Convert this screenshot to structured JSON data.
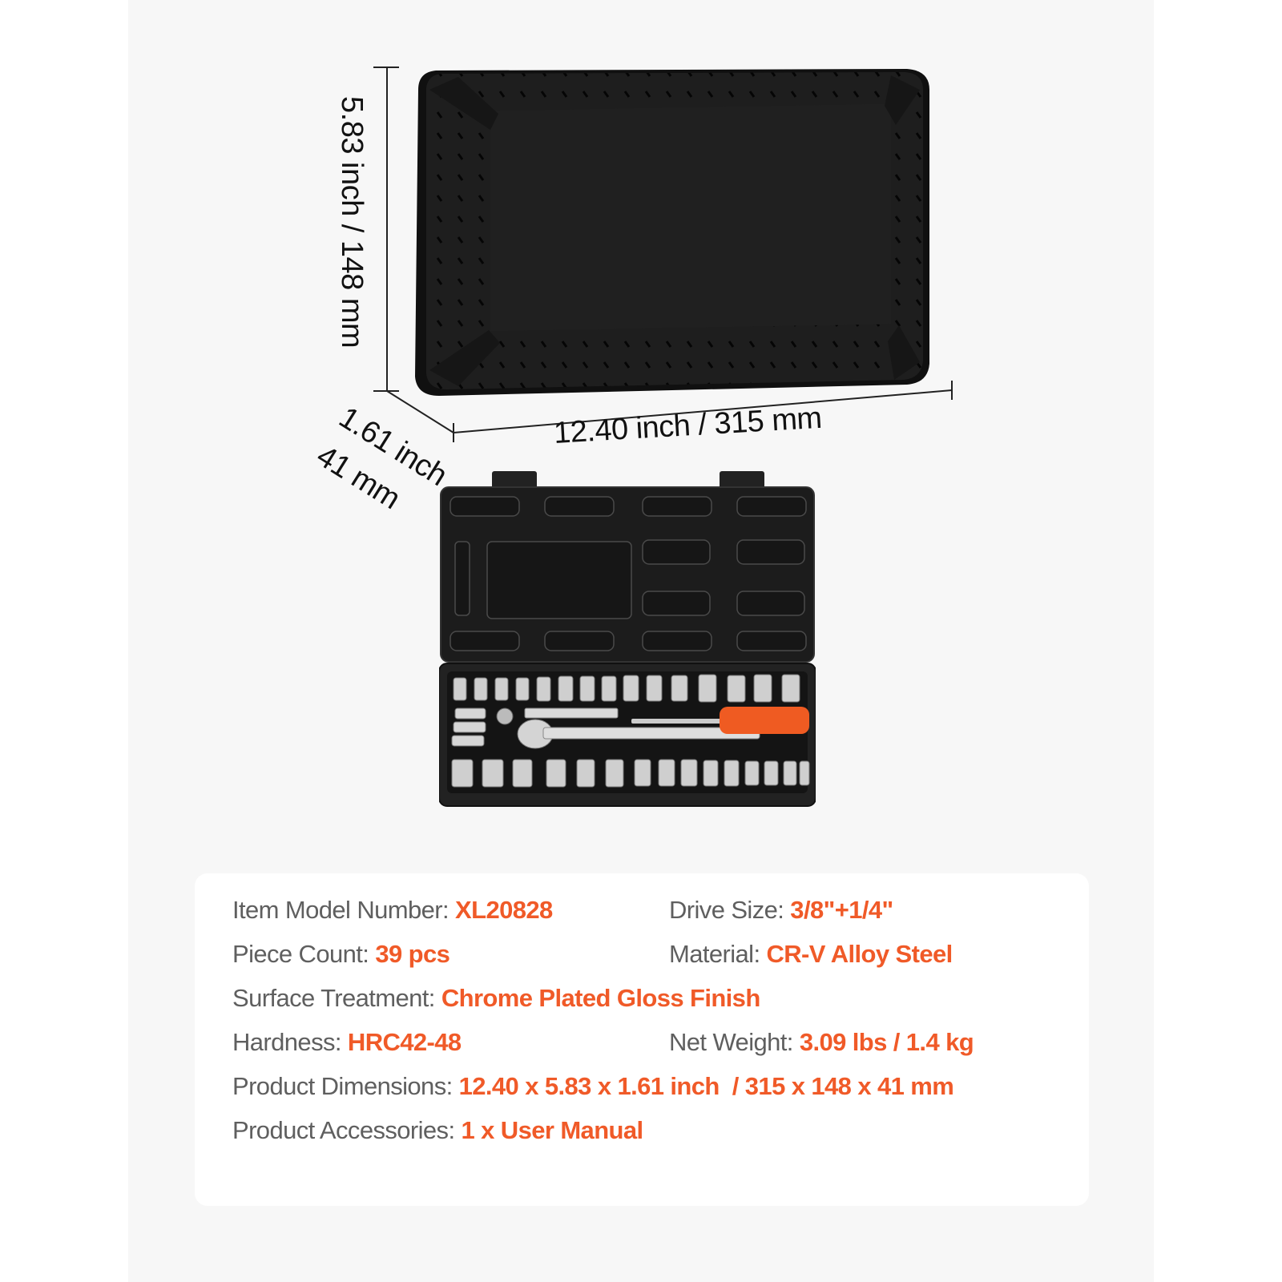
{
  "colors": {
    "accent": "#f05a28",
    "label_text": "#5f5f5f",
    "panel_bg": "#f7f7f7",
    "card_bg": "#ffffff",
    "case_black": "#1b1b1b",
    "handle_orange": "#ef5b22"
  },
  "dimensions": {
    "height_label": "5.83 inch / 148 mm",
    "width_label": "12.40 inch / 315 mm",
    "depth_label_inch": "1.61 inch",
    "depth_label_mm": "41 mm"
  },
  "images": {
    "closed_case": "closed black plastic storage case, textured lid with corner ridges",
    "open_case": "open case with chrome sockets, quick-release ratchet with orange handle, extension bar and adapter"
  },
  "specs": [
    {
      "label": "Item Model Number:",
      "value": "XL20828"
    },
    {
      "label": "Drive Size:",
      "value": "3/8\"+1/4\""
    },
    {
      "label": "Piece Count:",
      "value": "39 pcs"
    },
    {
      "label": "Material:",
      "value": "CR-V Alloy Steel"
    },
    {
      "label": "Surface Treatment:",
      "value": "Chrome Plated Gloss Finish"
    },
    {
      "label": "Hardness:",
      "value": "HRC42-48"
    },
    {
      "label": "Net Weight:",
      "value": "3.09 lbs / 1.4 kg"
    },
    {
      "label": "Product Dimensions:",
      "value": "12.40 x 5.83 x 1.61 inch  / 315 x 148 x 41 mm"
    },
    {
      "label": "Product Accessories:",
      "value": "1 x User Manual"
    }
  ]
}
